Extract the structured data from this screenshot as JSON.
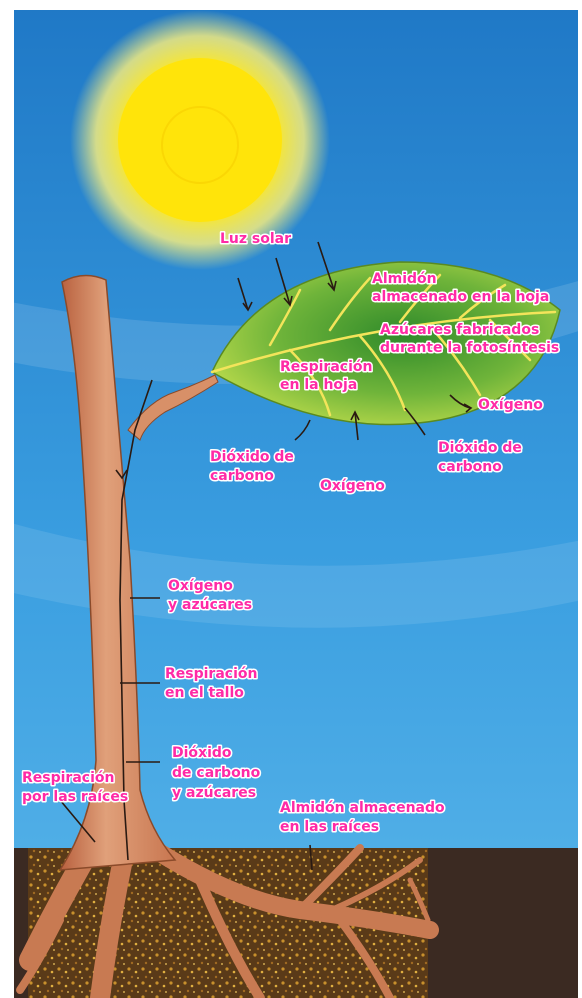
{
  "labels": {
    "luz_solar": "Luz solar",
    "almidon_hoja_1": "Almidón",
    "almidon_hoja_2": "almacenado en la hoja",
    "azucares_1": "Azúcares fabricados",
    "azucares_2": "durante la  fotosíntesis",
    "respiracion_hoja_1": "Respiración",
    "respiracion_hoja_2": "en la hoja",
    "oxigeno_derecha": "Oxígeno",
    "dioxido_izq_1": "Dióxido de",
    "dioxido_izq_2": "carbono",
    "oxigeno_abajo": "Oxígeno",
    "dioxido_der_1": "Dióxido de",
    "dioxido_der_2": "carbono",
    "oxigeno_azucares_1": "Oxígeno",
    "oxigeno_azucares_2": "y azúcares",
    "respiracion_tallo_1": "Respiración",
    "respiracion_tallo_2": "en el tallo",
    "dioxido_tallo_1": "Dióxido",
    "dioxido_tallo_2": "de carbono",
    "dioxido_tallo_3": "y azúcares",
    "respiracion_raices_1": "Respiración",
    "respiracion_raices_2": "por las raíces",
    "almidon_raices_1": "Almidón almacenado",
    "almidon_raices_2": "en las raíces"
  },
  "colors": {
    "sky_top": "#1f78c6",
    "sky_bottom": "#5ab6ea",
    "sun": "#ffe81a",
    "label": "#ff2aa6",
    "soil": "#3b2a22",
    "stem": "#d2825a",
    "leaf": "#8fc43a"
  }
}
